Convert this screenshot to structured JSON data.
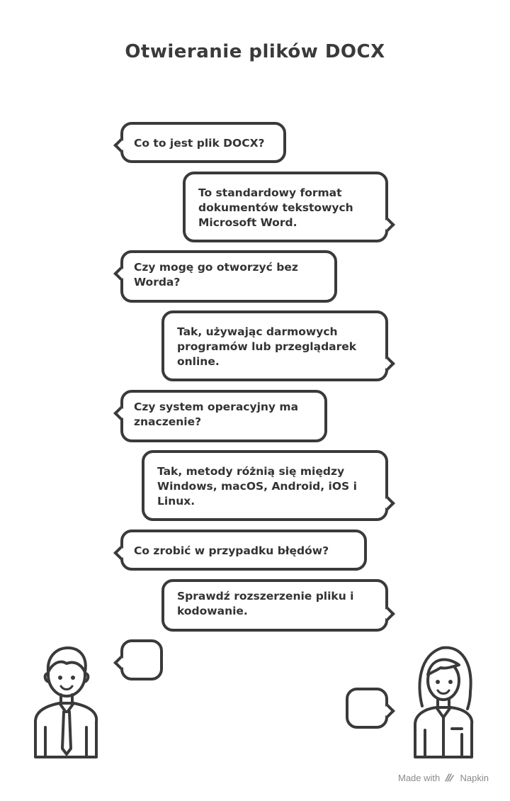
{
  "title": "Otwieranie plików DOCX",
  "messages": [
    {
      "side": "left",
      "text": "Co to jest plik DOCX?"
    },
    {
      "side": "right",
      "text": "To standardowy format dokumentów tekstowych Microsoft Word."
    },
    {
      "side": "left",
      "text": "Czy mogę go otworzyć bez Worda?"
    },
    {
      "side": "right",
      "text": "Tak, używając darmowych programów lub przeglądarek online."
    },
    {
      "side": "left",
      "text": "Czy system operacyjny ma znaczenie?"
    },
    {
      "side": "right",
      "text": "Tak, metody różnią się między Windows, macOS, Android, iOS i Linux."
    },
    {
      "side": "left",
      "text": "Co zrobić w przypadku błędów?"
    },
    {
      "side": "right",
      "text": "Sprawdź rozszerzenie pliku i kodowanie."
    }
  ],
  "watermark": {
    "prefix": "Made with",
    "brand": "Napkin"
  },
  "colors": {
    "stroke": "#3a3a3a",
    "text": "#333333",
    "watermark": "#8a8a8a"
  },
  "icons": {
    "male_person": "man-with-tie-icon",
    "female_person": "woman-icon",
    "logo": "napkin-logo-icon"
  }
}
